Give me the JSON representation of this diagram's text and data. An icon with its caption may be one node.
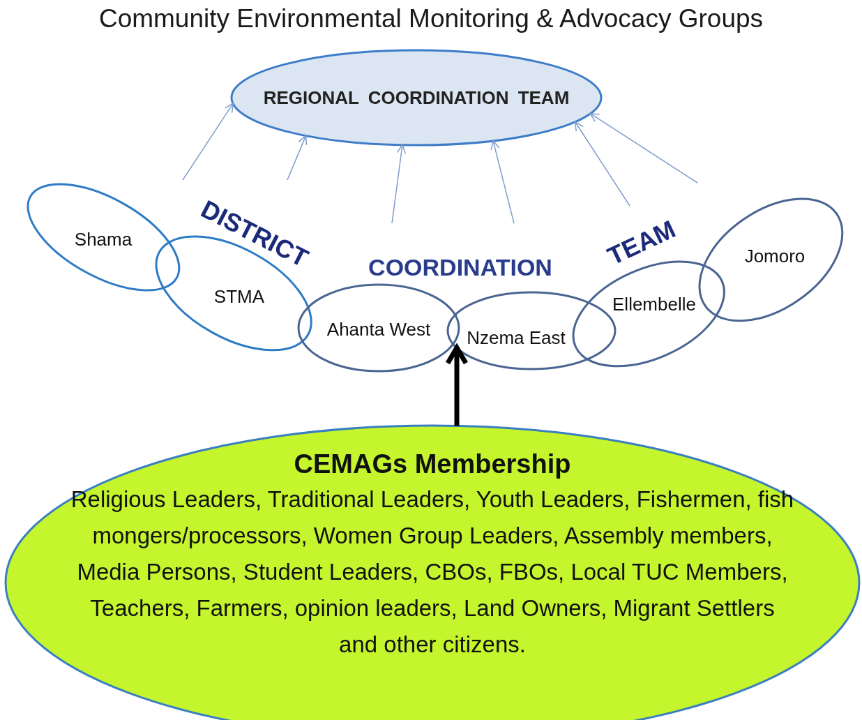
{
  "diagram": {
    "title": "Community Environmental Monitoring & Advocacy Groups",
    "nodes": [
      {
        "text": [
          "REGIONAL COORDINATION TEAM"
        ]
      },
      {
        "text": [
          "Shama"
        ]
      },
      {
        "text": [
          "STMA"
        ]
      },
      {
        "text": [
          "Ahanta West"
        ]
      },
      {
        "text": [
          "Nzema East"
        ]
      },
      {
        "text": [
          "Ellembelle"
        ]
      },
      {
        "text": [
          "Jomoro"
        ]
      },
      {
        "text": [
          "CEMAGs Membership",
          "Religious Leaders, Traditional Leaders, Youth Leaders, Fishermen, fish mongers/processors, Women Group Leaders, Assembly members, Media Persons, Student Leaders, CBOs, FBOs, Local TUC Members, Teachers, Farmers, opinion leaders, Land Owners, Migrant Settlers and other citizens."
        ]
      }
    ],
    "edges": [
      {
        "from": null,
        "to": 0,
        "arrow": "to"
      },
      {
        "from": null,
        "to": 0,
        "arrow": "to"
      },
      {
        "from": null,
        "to": 0,
        "arrow": "to"
      },
      {
        "from": null,
        "to": 0,
        "arrow": "to"
      },
      {
        "from": null,
        "to": 0,
        "arrow": "to"
      },
      {
        "from": null,
        "to": 0,
        "arrow": "to"
      },
      {
        "from": 7,
        "to": 4,
        "arrow": "to",
        "style": "thick",
        "color": "#000000"
      }
    ],
    "labels": [
      "DISTRICT",
      "COORDINATION",
      "TEAM"
    ]
  }
}
